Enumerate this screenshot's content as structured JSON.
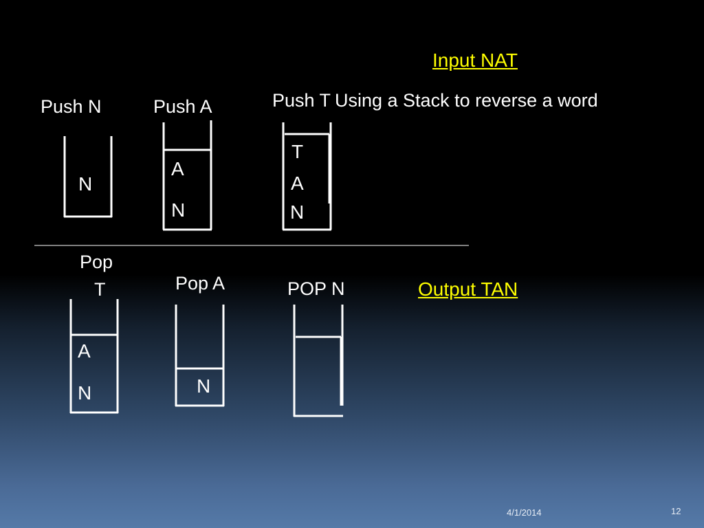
{
  "slide": {
    "title": "Using a Stack to reverse a word",
    "input_label": "Input NAT",
    "output_label": "Output TAN",
    "date": "4/1/2014",
    "page_number": "12"
  },
  "push_row": {
    "push_n": {
      "label": "Push N",
      "contents": [
        "N"
      ]
    },
    "push_a": {
      "label": "Push A",
      "contents": [
        "A",
        "N"
      ]
    },
    "push_t": {
      "label": "Push T",
      "contents": [
        "T",
        "A",
        "N"
      ]
    }
  },
  "pop_row": {
    "pop_t": {
      "label_line1": "Pop",
      "label_line2": "T",
      "contents": [
        "A",
        "N"
      ]
    },
    "pop_a": {
      "label": "Pop A",
      "contents": [
        "N"
      ]
    },
    "pop_n": {
      "label": "POP N",
      "contents": []
    }
  },
  "colors": {
    "background_top": "#000000",
    "background_bottom": "#557aa8",
    "link": "#ffff00",
    "lines": "#ffffff"
  }
}
